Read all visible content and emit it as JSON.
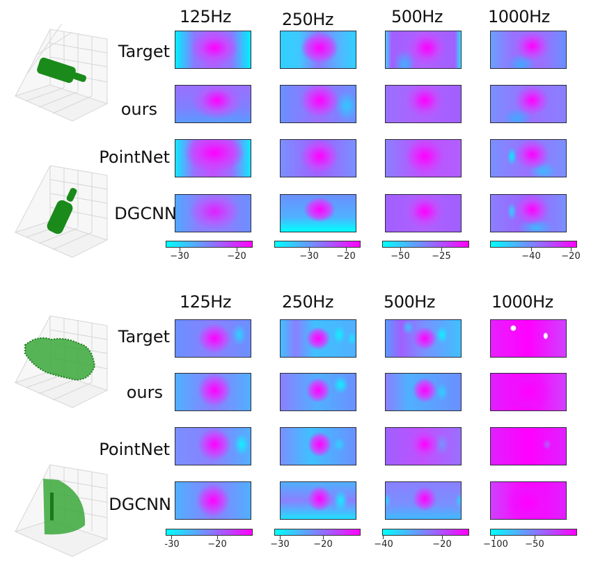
{
  "figure": {
    "columns": [
      "125Hz",
      "250Hz",
      "500Hz",
      "1000Hz"
    ],
    "row_labels": [
      "Target",
      "ours",
      "PointNet",
      "DGCNN"
    ],
    "colors": {
      "colormap_low": "#00ffff",
      "colormap_mid": "#8080ff",
      "colormap_high": "#ff00ff",
      "point_cloud": "#1f8a1f"
    },
    "sections": [
      {
        "name": "bottle",
        "freq_labels": [
          "125Hz",
          "250Hz",
          "500Hz",
          "1000Hz"
        ],
        "row_labels": [
          "Target",
          "ours",
          "PointNet",
          "DGCNN"
        ],
        "colorbars": [
          {
            "ticks": [
              "−30",
              "−20"
            ]
          },
          {
            "ticks": [
              "−30",
              "−20"
            ]
          },
          {
            "ticks": [
              "−50",
              "−25"
            ]
          },
          {
            "ticks": [
              "−40",
              "−20"
            ]
          }
        ]
      },
      {
        "name": "bowl",
        "freq_labels": [
          "125Hz",
          "250Hz",
          "500Hz",
          "1000Hz"
        ],
        "row_labels": [
          "Target",
          "ours",
          "PointNet",
          "DGCNN"
        ],
        "colorbars": [
          {
            "ticks": [
              "-30",
              "−20"
            ]
          },
          {
            "ticks": [
              "−30",
              "−20"
            ]
          },
          {
            "ticks": [
              "−40",
              "−20"
            ]
          },
          {
            "ticks": [
              "−100",
              "−50"
            ]
          }
        ]
      }
    ]
  },
  "chart_data": {
    "type": "heatmap",
    "title": "",
    "xlabel": "",
    "ylabel": "",
    "categories": [
      "125Hz",
      "250Hz",
      "500Hz",
      "1000Hz"
    ],
    "rows": [
      "Target",
      "ours",
      "PointNet",
      "DGCNN"
    ],
    "colorbar_ranges": {
      "section1": [
        {
          "freq": "125Hz",
          "ticks": [
            -30,
            -20
          ]
        },
        {
          "freq": "250Hz",
          "ticks": [
            -30,
            -20
          ]
        },
        {
          "freq": "500Hz",
          "ticks": [
            -50,
            -25
          ]
        },
        {
          "freq": "1000Hz",
          "ticks": [
            -40,
            -20
          ]
        }
      ],
      "section2": [
        {
          "freq": "125Hz",
          "ticks": [
            -30,
            -20
          ]
        },
        {
          "freq": "250Hz",
          "ticks": [
            -30,
            -20
          ]
        },
        {
          "freq": "500Hz",
          "ticks": [
            -40,
            -20
          ]
        },
        {
          "freq": "1000Hz",
          "ticks": [
            -100,
            -50
          ]
        }
      ]
    },
    "colormap": "cool"
  }
}
